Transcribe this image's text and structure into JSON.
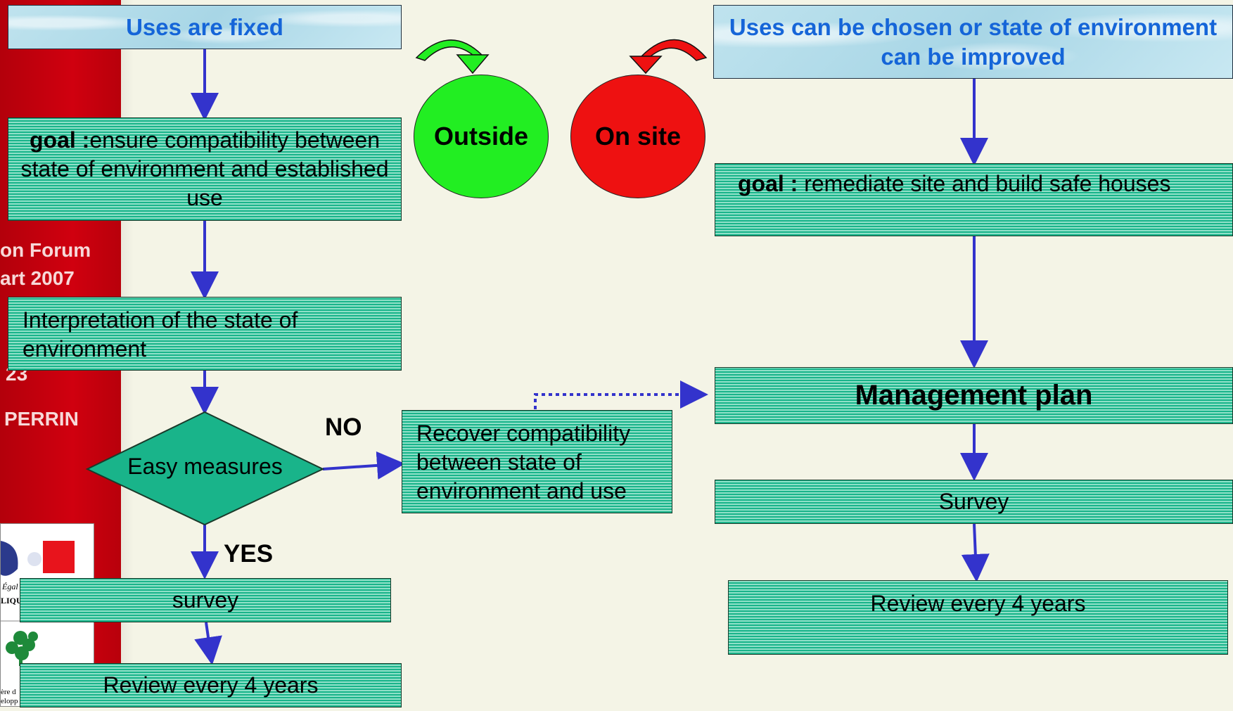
{
  "colors": {
    "sidebar_red": "#c8000d",
    "header_text": "#1565d8",
    "box_teal": "#19b48a",
    "arrow_blue": "#3333cc",
    "outside_green": "#22ee22",
    "onsite_red": "#ee1111"
  },
  "sidebar": {
    "line1": "on Forum",
    "line2": "art 2007",
    "line3": "23",
    "line4": "PERRIN",
    "logo_text1": "Égal",
    "logo_text2": "LIQU",
    "logo_text3": "ère d",
    "logo_text4": "elopp"
  },
  "left_flow": {
    "header": "Uses are fixed",
    "goal_bold": "goal :",
    "goal_text": "ensure compatibility between state of environment and established use",
    "interpretation": "Interpretation of the state of environment",
    "decision": "Easy measures",
    "no_label": "NO",
    "yes_label": "YES",
    "recover": "Recover compatibility between state of environment and use",
    "survey": "survey",
    "review": "Review every 4 years"
  },
  "middle": {
    "outside": "Outside",
    "on_site": "On site",
    "outside_arrow_icon": "curved-arrow-green",
    "onsite_arrow_icon": "curved-arrow-red"
  },
  "right_flow": {
    "header": "Uses can be chosen or state of environment can be improved",
    "goal_bold": "goal :",
    "goal_text": " remediate site and build safe houses",
    "management_plan": "Management plan",
    "survey": "Survey",
    "review": "Review every 4 years"
  }
}
